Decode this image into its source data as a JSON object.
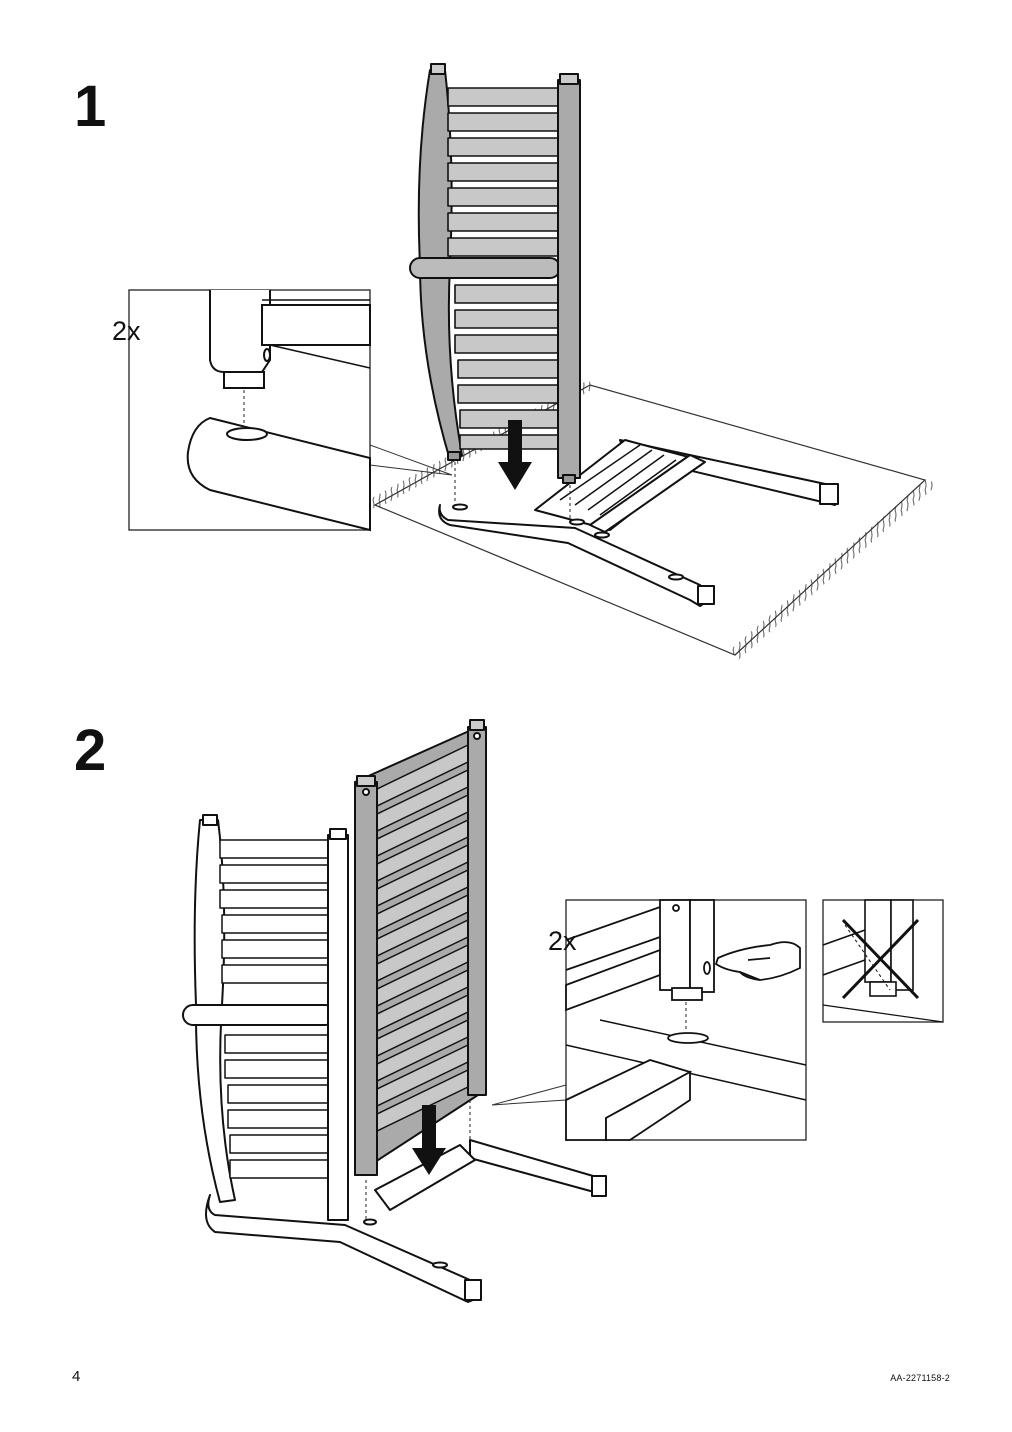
{
  "steps": [
    {
      "number": "1",
      "callout_quantity": "2x"
    },
    {
      "number": "2",
      "callout_quantity": "2x"
    }
  ],
  "footer": {
    "page_number": "4",
    "document_code": "AA-2271158-2"
  }
}
